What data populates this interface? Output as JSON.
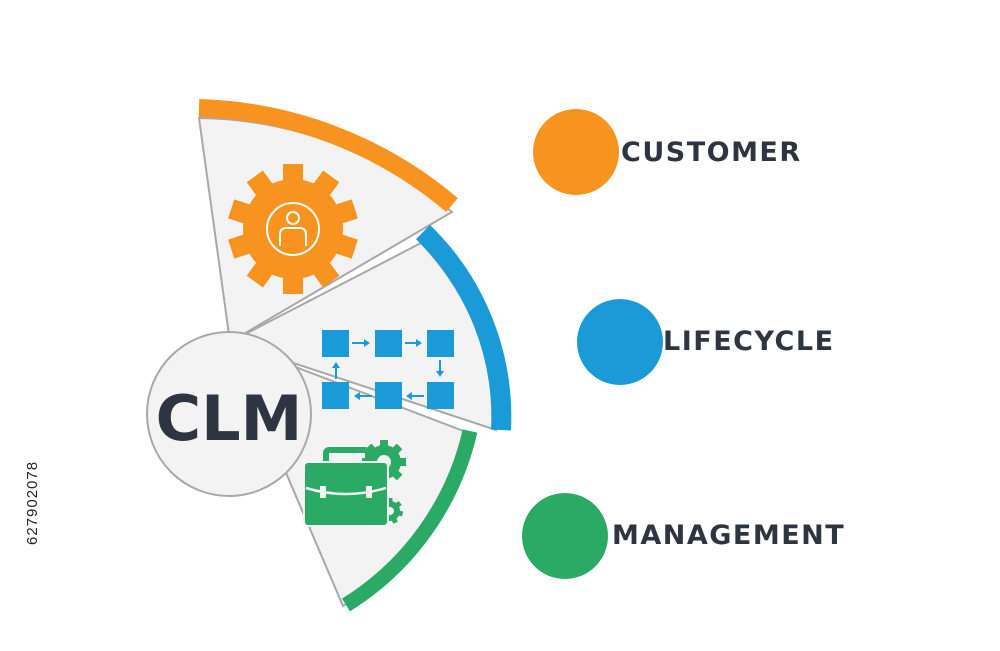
{
  "acronym": "CLM",
  "stock_id": "627902078",
  "terms": [
    {
      "letter": "C",
      "rest": "USTOMER",
      "color": "#F7931E"
    },
    {
      "letter": "L",
      "rest": "IFECYCLE",
      "color": "#1A9BD7"
    },
    {
      "letter": "M",
      "rest": "ANAGEMENT",
      "color": "#2BAA66"
    }
  ],
  "icons": [
    "gear-user-icon",
    "process-flow-icon",
    "briefcase-gear-icon"
  ],
  "colors": {
    "segment_fill": "#F2F2F2",
    "segment_stroke": "#A8A8A8",
    "text": "#2E3540"
  }
}
